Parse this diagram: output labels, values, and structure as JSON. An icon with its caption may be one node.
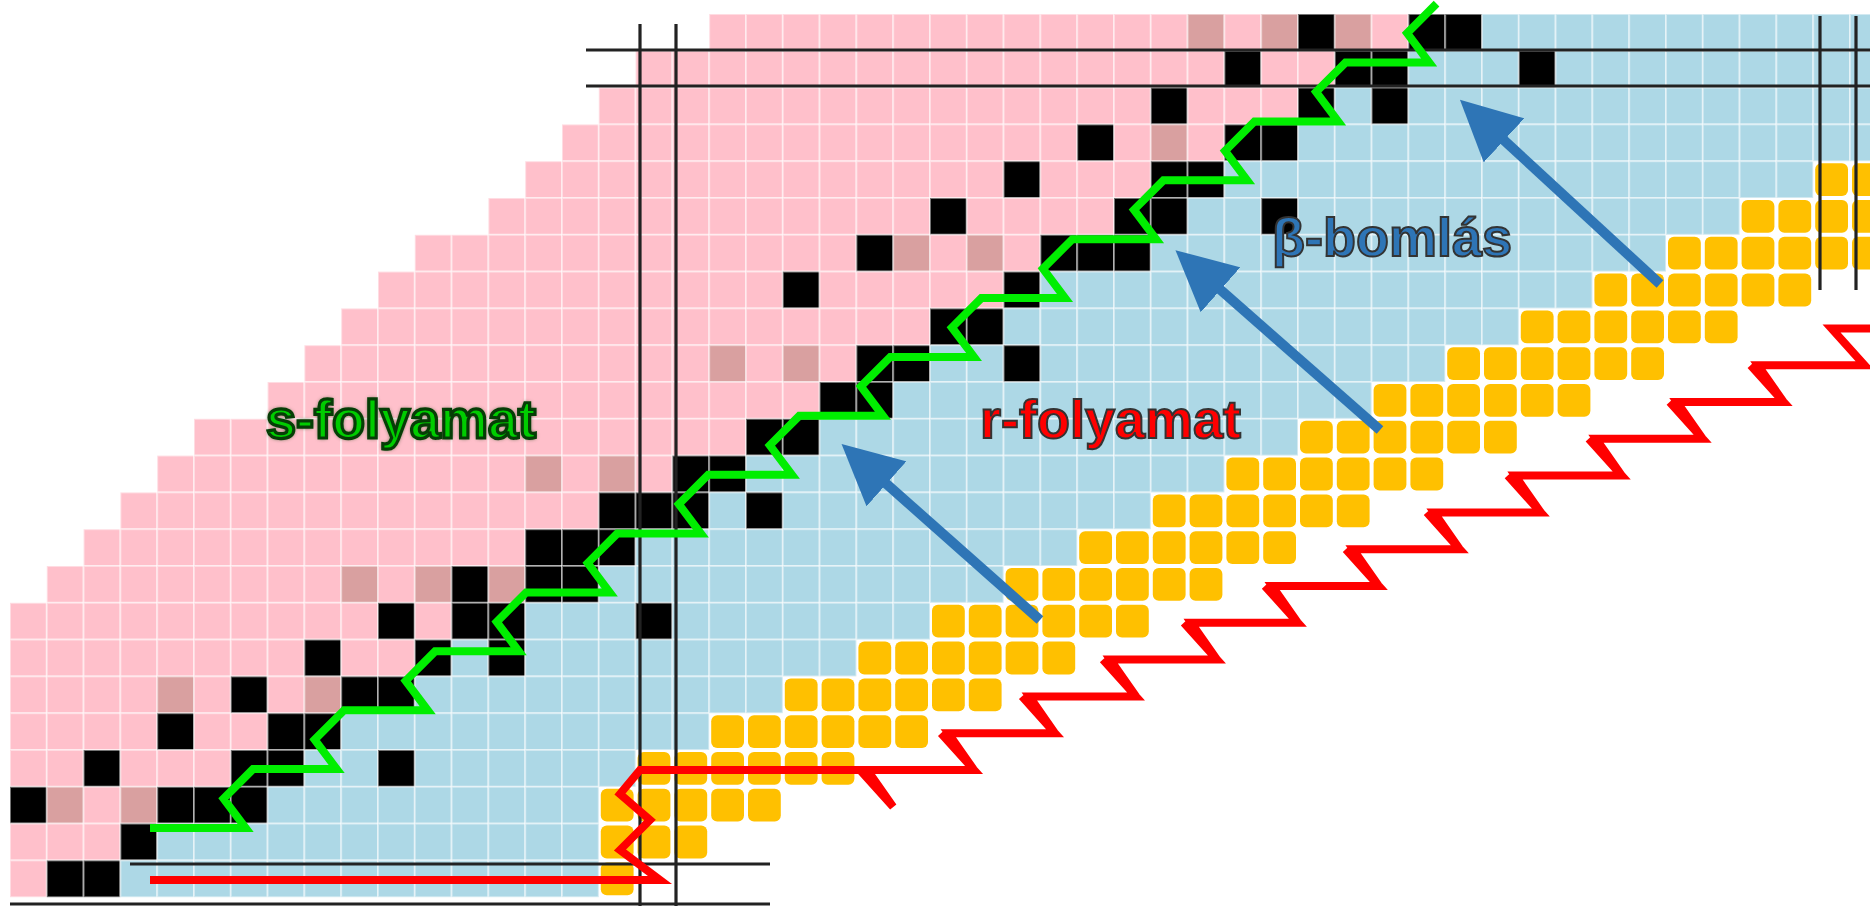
{
  "diagram": {
    "labels": [
      "β-bomlás",
      "s-folyamat",
      "r-folyamat"
    ]
  }
}
